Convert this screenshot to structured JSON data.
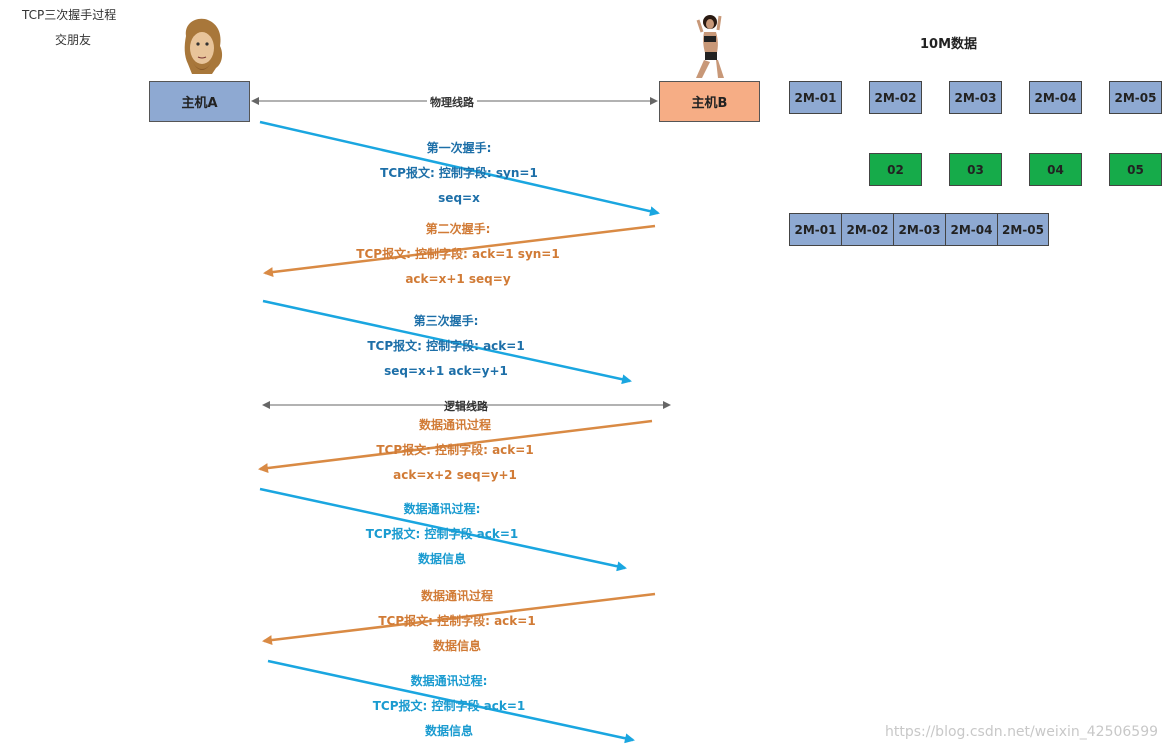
{
  "header": {
    "title": "TCP三次握手过程",
    "subtitle": "交朋友"
  },
  "hosts": {
    "a": "主机A",
    "b": "主机B"
  },
  "links": {
    "physical": "物理线路",
    "logical": "逻辑线路"
  },
  "data_panel": {
    "title": "10M数据",
    "row1": [
      "2M-01",
      "2M-02",
      "2M-03",
      "2M-04",
      "2M-05"
    ],
    "row2": [
      "02",
      "03",
      "04",
      "05"
    ],
    "row3": [
      "2M-01",
      "2M-02",
      "2M-03",
      "2M-04",
      "2M-05"
    ]
  },
  "messages": [
    {
      "lines": [
        "第一次握手:",
        "TCP报文: 控制字段: syn=1",
        "seq=x"
      ]
    },
    {
      "lines": [
        "第二次握手:",
        "TCP报文: 控制字段: ack=1 syn=1",
        "ack=x+1  seq=y"
      ]
    },
    {
      "lines": [
        "第三次握手:",
        "TCP报文: 控制字段: ack=1",
        "seq=x+1 ack=y+1"
      ]
    },
    {
      "lines": [
        "数据通讯过程",
        "TCP报文: 控制字段: ack=1",
        "ack=x+2 seq=y+1"
      ]
    },
    {
      "lines": [
        "数据通讯过程:",
        "TCP报文: 控制字段 ack=1",
        "数据信息"
      ]
    },
    {
      "lines": [
        "数据通讯过程",
        "TCP报文: 控制字段: ack=1",
        "数据信息"
      ]
    },
    {
      "lines": [
        "数据通讯过程:",
        "TCP报文: 控制字段 ack=1",
        "数据信息"
      ]
    }
  ],
  "watermark": "https://blog.csdn.net/weixin_42506599",
  "colors": {
    "blue_arrow": "#1aa6e0",
    "orange_arrow": "#d98a44",
    "host_a": "#8ea9d2",
    "host_b": "#f6ad85",
    "green": "#16ab4a"
  }
}
